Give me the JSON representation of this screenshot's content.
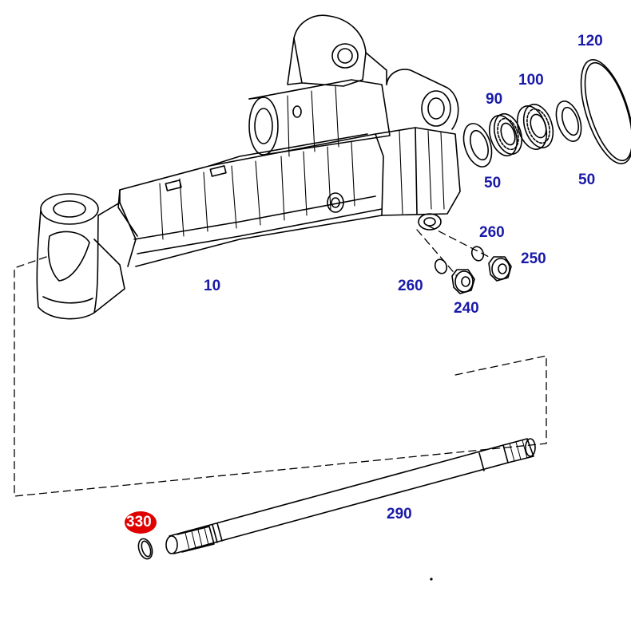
{
  "colors": {
    "label": "#1a1aa8",
    "highlight_bg": "#e00000",
    "highlight_text": "#ffffff",
    "line": "#000000"
  },
  "labels": {
    "l10": "10",
    "l50a": "50",
    "l50b": "50",
    "l90": "90",
    "l100": "100",
    "l120": "120",
    "l240": "240",
    "l250": "250",
    "l260a": "260",
    "l260b": "260",
    "l290": "290",
    "l330": "330"
  },
  "parts": [
    {
      "key": "axle-housing",
      "label": "10"
    },
    {
      "key": "seal-ring",
      "label": "50"
    },
    {
      "key": "roller-bearing",
      "label": "90"
    },
    {
      "key": "roller-bearing",
      "label": "100"
    },
    {
      "key": "o-ring",
      "label": "120"
    },
    {
      "key": "screw-plug",
      "label": "240"
    },
    {
      "key": "screw-plug",
      "label": "250"
    },
    {
      "key": "gasket-ring",
      "label": "260"
    },
    {
      "key": "axle-shaft",
      "label": "290"
    },
    {
      "key": "snap-ring",
      "label": "330",
      "highlighted": true
    }
  ]
}
